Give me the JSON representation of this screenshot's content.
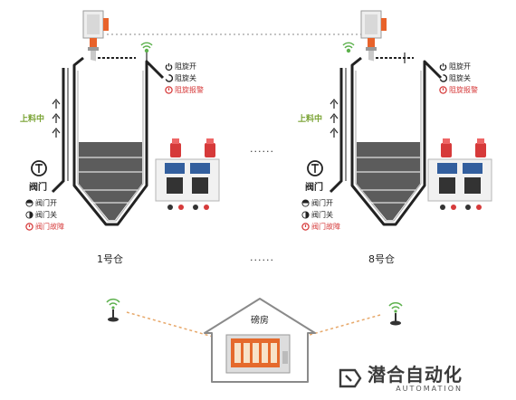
{
  "silos": [
    {
      "name": "1号仓",
      "feeding_label": "上料中",
      "valve_label": "阀门",
      "rot_labels": [
        "阻旋开",
        "阻旋关",
        "阻旋报警"
      ],
      "valve_status_labels": [
        "阀门开",
        "阀门关",
        "阀门故障"
      ]
    },
    {
      "name": "8号仓",
      "feeding_label": "上料中",
      "valve_label": "阀门",
      "rot_labels": [
        "阻旋开",
        "阻旋关",
        "阻旋报警"
      ],
      "valve_status_labels": [
        "阀门开",
        "阀门关",
        "阀门故障"
      ]
    }
  ],
  "separator": "......",
  "house_label": "磅房",
  "logo": {
    "cn": "潜合自动化",
    "en": "AUTOMATION"
  },
  "colors": {
    "alarm_red": "#d63a3a",
    "feed_green": "#7aa335",
    "radar_orange": "#e8622a",
    "wifi_green": "#5db14d",
    "fill_dark": "#5c5c5c"
  }
}
